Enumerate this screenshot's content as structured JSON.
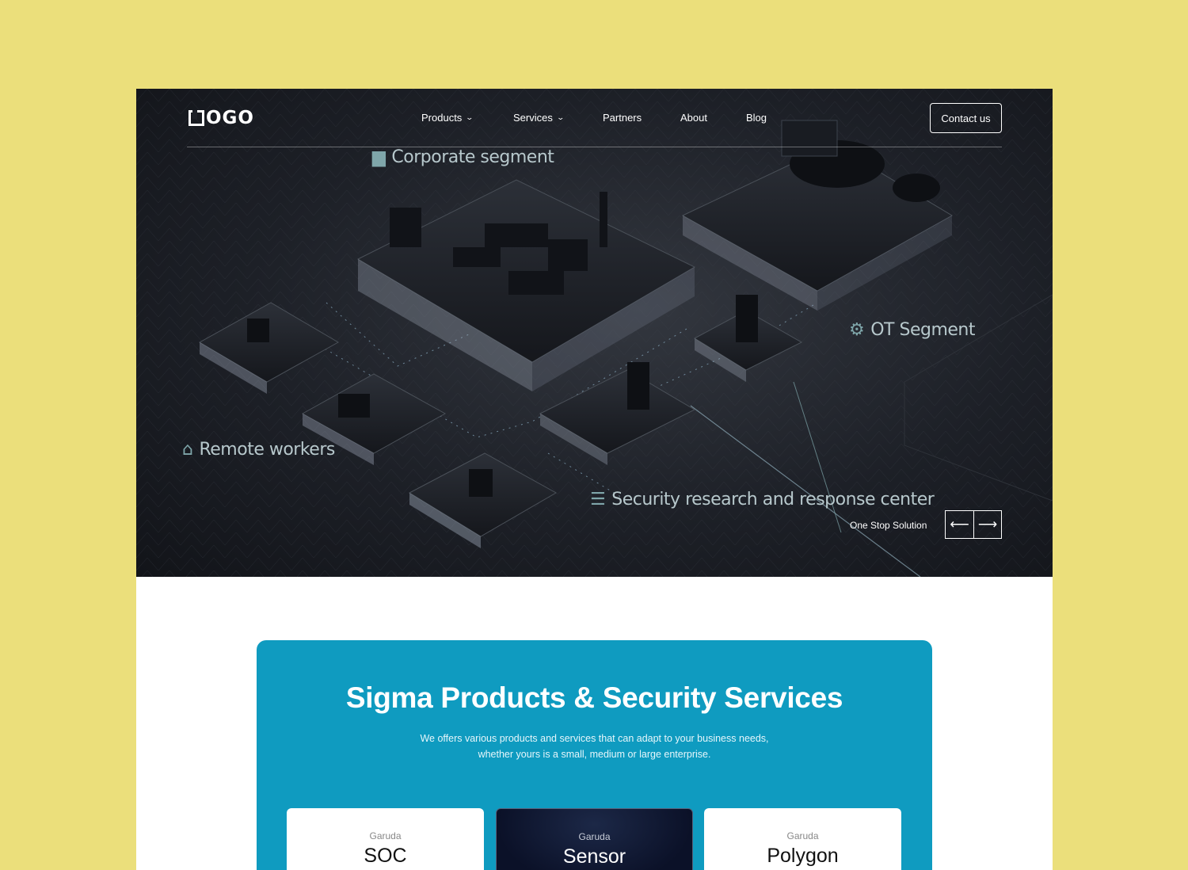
{
  "logo": {
    "text": "OGO"
  },
  "nav": [
    {
      "label": "Products",
      "dropdown": true
    },
    {
      "label": "Services",
      "dropdown": true
    },
    {
      "label": "Partners",
      "dropdown": false
    },
    {
      "label": "About",
      "dropdown": false
    },
    {
      "label": "Blog",
      "dropdown": false
    }
  ],
  "contact_label": "Contact us",
  "hero": {
    "segments": {
      "corporate": "Corporate segment",
      "ot": "OT Segment",
      "remote": "Remote workers",
      "security": "Security research and response center"
    },
    "caption": "One Stop Solution",
    "prev_glyph": "⟵",
    "next_glyph": "⟶"
  },
  "products": {
    "title": "Sigma Products & Security Services",
    "desc_line1": "We offers various products and services that can adapt to your business needs,",
    "desc_line2": "whether yours is a small, medium or large enterprise.",
    "cards": [
      {
        "brand": "Garuda",
        "name": "SOC"
      },
      {
        "brand": "Garuda",
        "name": "Sensor"
      },
      {
        "brand": "Garuda",
        "name": "Polygon"
      }
    ]
  },
  "colors": {
    "background": "#ebdf7b",
    "products_bg": "#0f9bc0",
    "hero_bg": "#1d2027"
  }
}
